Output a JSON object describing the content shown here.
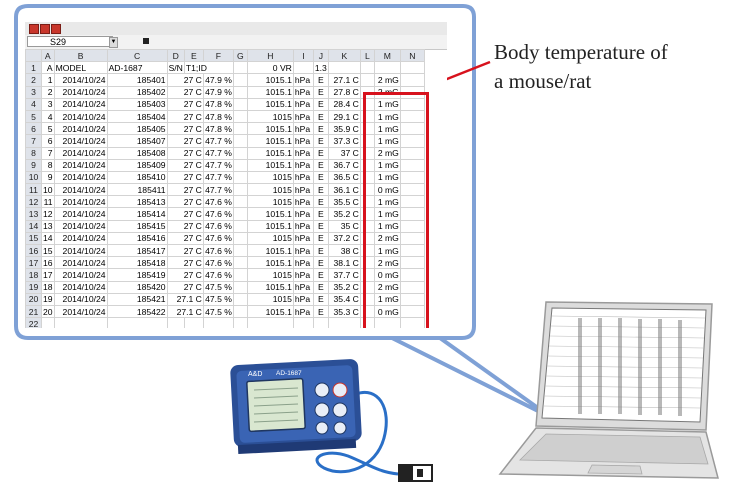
{
  "annotation": {
    "line1": "Body temperature of",
    "line2": "a mouse/rat"
  },
  "spreadsheet": {
    "cell_ref": "S29",
    "columns": [
      "A",
      "B",
      "C",
      "D",
      "E",
      "F",
      "G",
      "H",
      "I",
      "J",
      "K",
      "L",
      "M",
      "N"
    ],
    "header_row": {
      "row": "1",
      "a": "A",
      "model_label": "MODEL",
      "model": "AD-1687",
      "sn": "S/N",
      "id": "T1;ID",
      "zero_vr": "0 VR",
      "ver": "1.3"
    },
    "rows": [
      {
        "r": "2",
        "n": "1",
        "date": "2014/10/24",
        "time": "185401",
        "t": "27 C",
        "h": "47.9 %",
        "p": "1015.1",
        "pu": "hPa",
        "e": "E",
        "k": "27.1 C",
        "m": "2 mG"
      },
      {
        "r": "3",
        "n": "2",
        "date": "2014/10/24",
        "time": "185402",
        "t": "27 C",
        "h": "47.9 %",
        "p": "1015.1",
        "pu": "hPa",
        "e": "E",
        "k": "27.8 C",
        "m": "2 mG"
      },
      {
        "r": "4",
        "n": "3",
        "date": "2014/10/24",
        "time": "185403",
        "t": "27 C",
        "h": "47.8 %",
        "p": "1015.1",
        "pu": "hPa",
        "e": "E",
        "k": "28.4 C",
        "m": "1 mG"
      },
      {
        "r": "5",
        "n": "4",
        "date": "2014/10/24",
        "time": "185404",
        "t": "27 C",
        "h": "47.8 %",
        "p": "1015",
        "pu": "hPa",
        "e": "E",
        "k": "29.1 C",
        "m": "1 mG"
      },
      {
        "r": "6",
        "n": "5",
        "date": "2014/10/24",
        "time": "185405",
        "t": "27 C",
        "h": "47.8 %",
        "p": "1015.1",
        "pu": "hPa",
        "e": "E",
        "k": "35.9 C",
        "m": "1 mG"
      },
      {
        "r": "7",
        "n": "6",
        "date": "2014/10/24",
        "time": "185407",
        "t": "27 C",
        "h": "47.7 %",
        "p": "1015.1",
        "pu": "hPa",
        "e": "E",
        "k": "37.3 C",
        "m": "1 mG"
      },
      {
        "r": "8",
        "n": "7",
        "date": "2014/10/24",
        "time": "185408",
        "t": "27 C",
        "h": "47.7 %",
        "p": "1015.1",
        "pu": "hPa",
        "e": "E",
        "k": "37 C",
        "m": "2 mG"
      },
      {
        "r": "9",
        "n": "8",
        "date": "2014/10/24",
        "time": "185409",
        "t": "27 C",
        "h": "47.7 %",
        "p": "1015.1",
        "pu": "hPa",
        "e": "E",
        "k": "36.7 C",
        "m": "1 mG"
      },
      {
        "r": "10",
        "n": "9",
        "date": "2014/10/24",
        "time": "185410",
        "t": "27 C",
        "h": "47.7 %",
        "p": "1015",
        "pu": "hPa",
        "e": "E",
        "k": "36.5 C",
        "m": "1 mG"
      },
      {
        "r": "11",
        "n": "10",
        "date": "2014/10/24",
        "time": "185411",
        "t": "27 C",
        "h": "47.7 %",
        "p": "1015",
        "pu": "hPa",
        "e": "E",
        "k": "36.1 C",
        "m": "0 mG"
      },
      {
        "r": "12",
        "n": "11",
        "date": "2014/10/24",
        "time": "185413",
        "t": "27 C",
        "h": "47.6 %",
        "p": "1015",
        "pu": "hPa",
        "e": "E",
        "k": "35.5 C",
        "m": "1 mG"
      },
      {
        "r": "13",
        "n": "12",
        "date": "2014/10/24",
        "time": "185414",
        "t": "27 C",
        "h": "47.6 %",
        "p": "1015.1",
        "pu": "hPa",
        "e": "E",
        "k": "35.2 C",
        "m": "1 mG"
      },
      {
        "r": "14",
        "n": "13",
        "date": "2014/10/24",
        "time": "185415",
        "t": "27 C",
        "h": "47.6 %",
        "p": "1015.1",
        "pu": "hPa",
        "e": "E",
        "k": "35 C",
        "m": "1 mG"
      },
      {
        "r": "15",
        "n": "14",
        "date": "2014/10/24",
        "time": "185416",
        "t": "27 C",
        "h": "47.6 %",
        "p": "1015",
        "pu": "hPa",
        "e": "E",
        "k": "37.2 C",
        "m": "2 mG"
      },
      {
        "r": "16",
        "n": "15",
        "date": "2014/10/24",
        "time": "185417",
        "t": "27 C",
        "h": "47.6 %",
        "p": "1015.1",
        "pu": "hPa",
        "e": "E",
        "k": "38 C",
        "m": "1 mG"
      },
      {
        "r": "17",
        "n": "16",
        "date": "2014/10/24",
        "time": "185418",
        "t": "27 C",
        "h": "47.6 %",
        "p": "1015.1",
        "pu": "hPa",
        "e": "E",
        "k": "38.1 C",
        "m": "2 mG"
      },
      {
        "r": "18",
        "n": "17",
        "date": "2014/10/24",
        "time": "185419",
        "t": "27 C",
        "h": "47.6 %",
        "p": "1015",
        "pu": "hPa",
        "e": "E",
        "k": "37.7 C",
        "m": "0 mG"
      },
      {
        "r": "19",
        "n": "18",
        "date": "2014/10/24",
        "time": "185420",
        "t": "27 C",
        "h": "47.5 %",
        "p": "1015.1",
        "pu": "hPa",
        "e": "E",
        "k": "35.2 C",
        "m": "2 mG"
      },
      {
        "r": "20",
        "n": "19",
        "date": "2014/10/24",
        "time": "185421",
        "t": "27.1 C",
        "h": "47.5 %",
        "p": "1015",
        "pu": "hPa",
        "e": "E",
        "k": "35.4 C",
        "m": "1 mG"
      },
      {
        "r": "21",
        "n": "20",
        "date": "2014/10/24",
        "time": "185422",
        "t": "27.1 C",
        "h": "47.5 %",
        "p": "1015.1",
        "pu": "hPa",
        "e": "E",
        "k": "35.3 C",
        "m": "0 mG"
      }
    ],
    "last_row": "22"
  },
  "device": {
    "brand": "A&D",
    "model": "AD-1687"
  },
  "colors": {
    "callout_border": "#7fa1d6",
    "highlight": "#d7121d",
    "device_body": "#2b4f96",
    "cable": "#2a6fc7"
  }
}
